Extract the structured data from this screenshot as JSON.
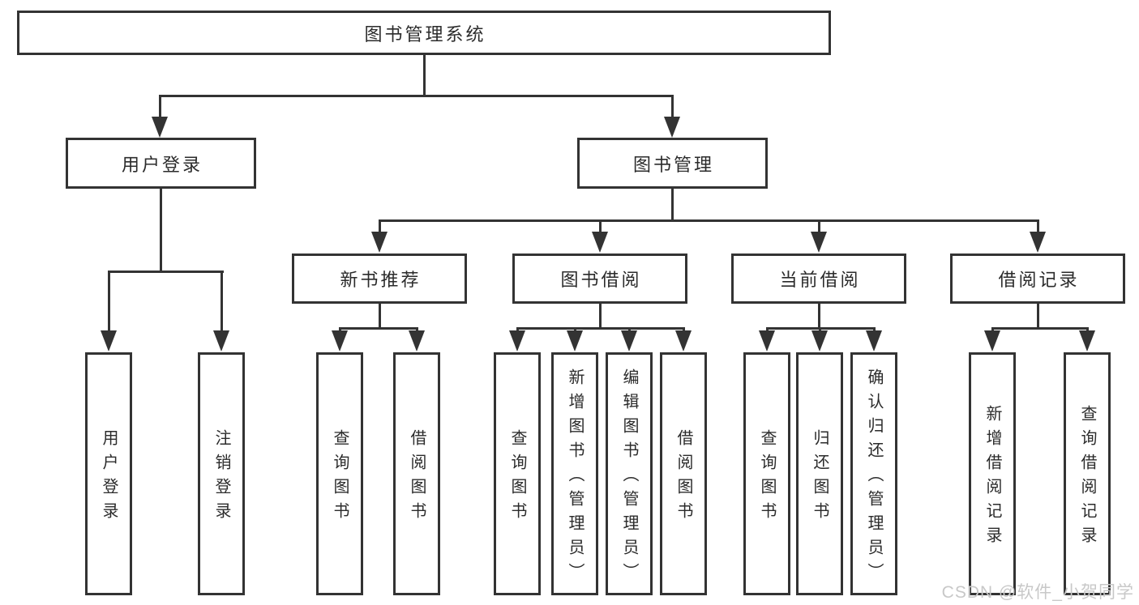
{
  "nodes": {
    "root": "图书管理系统",
    "level2": {
      "user_login_group": "用户登录",
      "book_management": "图书管理"
    },
    "level3": {
      "new_book_recommend": "新书推荐",
      "book_borrow": "图书借阅",
      "current_borrow": "当前借阅",
      "borrow_records": "借阅记录"
    },
    "leaves": {
      "user_login": "用户登录",
      "logout": "注销登录",
      "nbr_query_books": "查询图书",
      "nbr_borrow_books": "借阅图书",
      "bb_query_books": "查询图书",
      "bb_add_book_admin": "新增图书（管理员）",
      "bb_edit_book_admin": "编辑图书（管理员）",
      "bb_borrow_books": "借阅图书",
      "cb_query_books": "查询图书",
      "cb_return_books": "归还图书",
      "cb_confirm_return_admin": "确认归还（管理员）",
      "br_add_record": "新增借阅记录",
      "br_query_record": "查询借阅记录"
    }
  },
  "watermark": "CSDN @软件_小贺同学",
  "colors": {
    "line": "#333333",
    "box_border": "#333333",
    "text": "#2b2b2b",
    "watermark": "#c8c8c8",
    "background": "#ffffff"
  }
}
